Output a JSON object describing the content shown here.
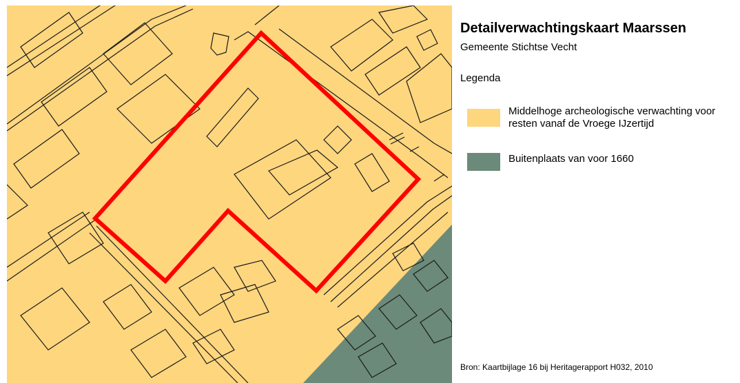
{
  "map": {
    "colors": {
      "expectation_zone": "#fed67e",
      "buitenplaats": "#6b8a79",
      "outline": "#1a1a1a",
      "study_area": "#ff0000"
    }
  },
  "legend": {
    "title": "Detailverwachtingskaart Maarssen",
    "subtitle": "Gemeente Stichtse Vecht",
    "heading": "Legenda",
    "items": [
      {
        "label": "Middelhoge archeologische verwachting voor resten vanaf de Vroege IJzertijd",
        "color": "#fed67e"
      },
      {
        "label": "Buitenplaats van voor 1660",
        "color": "#6b8a79"
      }
    ],
    "source": "Bron: Kaartbijlage 16 bij Heritagerapport H032, 2010"
  }
}
